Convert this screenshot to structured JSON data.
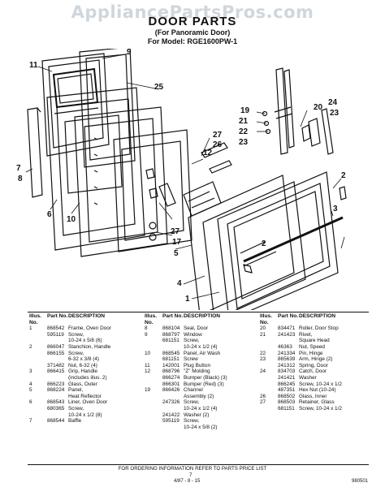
{
  "watermark": "AppliancePartsPros.com",
  "title": "DOOR PARTS",
  "subtitle": "(For Panoramic Door)",
  "model_line": "For Model: RGE1600PW-1",
  "callouts": [
    {
      "id": "c11",
      "text": "11"
    },
    {
      "id": "c9",
      "text": "9"
    },
    {
      "id": "c25",
      "text": "25"
    },
    {
      "id": "c7",
      "text": "7"
    },
    {
      "id": "c8",
      "text": "8"
    },
    {
      "id": "c6",
      "text": "6"
    },
    {
      "id": "c10",
      "text": "10"
    },
    {
      "id": "c27a",
      "text": "27"
    },
    {
      "id": "c26",
      "text": "26"
    },
    {
      "id": "c12",
      "text": "12"
    },
    {
      "id": "c27b",
      "text": "27"
    },
    {
      "id": "c17",
      "text": "17"
    },
    {
      "id": "c5",
      "text": "5"
    },
    {
      "id": "c4",
      "text": "4"
    },
    {
      "id": "c1",
      "text": "1"
    },
    {
      "id": "c2a",
      "text": "2"
    },
    {
      "id": "c3",
      "text": "3"
    },
    {
      "id": "c2b",
      "text": "2"
    },
    {
      "id": "c19",
      "text": "19"
    },
    {
      "id": "c21",
      "text": "21"
    },
    {
      "id": "c22",
      "text": "22"
    },
    {
      "id": "c23a",
      "text": "23"
    },
    {
      "id": "c20",
      "text": "20"
    },
    {
      "id": "c24",
      "text": "24"
    },
    {
      "id": "c23b",
      "text": "23"
    }
  ],
  "table": {
    "headers": {
      "illus": "Illus. No.",
      "part": "Part No.",
      "desc": "DESCRIPTION"
    },
    "col1": [
      [
        "1",
        "868542",
        "Frame, Oven Door"
      ],
      [
        "",
        "595119",
        "Screw,"
      ],
      [
        "",
        "",
        "10-24 x 5/8 (6)"
      ],
      [
        "2",
        "866047",
        "Stanchion, Handle"
      ],
      [
        "",
        "866155",
        "Screw,"
      ],
      [
        "",
        "",
        "6-32 x 3/8 (4)"
      ],
      [
        "",
        "371482",
        "Nut, 6-32 (4)"
      ],
      [
        "3",
        "866415",
        "Grip, Handle"
      ],
      [
        "",
        "",
        "(includes illus. 2)"
      ],
      [
        "4",
        "866223",
        "Glass, Outer"
      ],
      [
        "5",
        "868224",
        "Panel,"
      ],
      [
        "",
        "",
        "Heat Reflector"
      ],
      [
        "6",
        "868543",
        "Liner, Oven Door"
      ],
      [
        "",
        "680365",
        "Screw,"
      ],
      [
        "",
        "",
        "10-24 x 1/2 (8)"
      ],
      [
        "7",
        "868544",
        "Baffle"
      ]
    ],
    "col2": [
      [
        "8",
        "868104",
        "Seal, Door"
      ],
      [
        "9",
        "868797",
        "Window"
      ],
      [
        "",
        "681151",
        "Screw,"
      ],
      [
        "",
        "",
        "10-24 x 1/2 (4)"
      ],
      [
        "10",
        "868545",
        "Panel, Air Wash"
      ],
      [
        "",
        "681151",
        "Screw"
      ],
      [
        "11",
        "142001",
        "Plug Button"
      ],
      [
        "12",
        "868796",
        "\"Z\" Molding"
      ],
      [
        "",
        "866274",
        "Bumper (Black) (3)"
      ],
      [
        "",
        "866301",
        "Bumper (Red) (3)"
      ],
      [
        "19",
        "866426",
        "Channel"
      ],
      [
        "",
        "",
        "Assembly (2)"
      ],
      [
        "",
        "247326",
        "Screw,"
      ],
      [
        "",
        "",
        "10-24 x 1/2 (4)"
      ],
      [
        "",
        "241422",
        "Washer (2)"
      ],
      [
        "",
        "595119",
        "Screw,"
      ],
      [
        "",
        "",
        "10-24 x 5/8 (2)"
      ]
    ],
    "col3": [
      [
        "20",
        "834471",
        "Roller, Door Stop"
      ],
      [
        "21",
        "241423",
        "Rivet,"
      ],
      [
        "",
        "",
        "Square Head"
      ],
      [
        "",
        "46363",
        "Nut, Speed"
      ],
      [
        "22",
        "241334",
        "Pin, Hinge"
      ],
      [
        "23",
        "865639",
        "Arm, Hinge (2)"
      ],
      [
        "",
        "241312",
        "Spring, Door"
      ],
      [
        "24",
        "834703",
        "Catch, Door"
      ],
      [
        "",
        "241421",
        "Washer"
      ],
      [
        "",
        "866245",
        "Screw, 10-24 x 1/2"
      ],
      [
        "",
        "487351",
        "Hex Nut (10-24)"
      ],
      [
        "26",
        "868502",
        "Glass, Inner"
      ],
      [
        "27",
        "868503",
        "Retainer, Glass"
      ],
      [
        "",
        "681151",
        "Screw, 10-24 x 1/2"
      ]
    ]
  },
  "footer": "FOR ORDERING INFORMATION REFER TO PARTS PRICE LIST",
  "page_number": "7",
  "date_note": "4/87  -  8 - 15",
  "doc_code": "980501"
}
